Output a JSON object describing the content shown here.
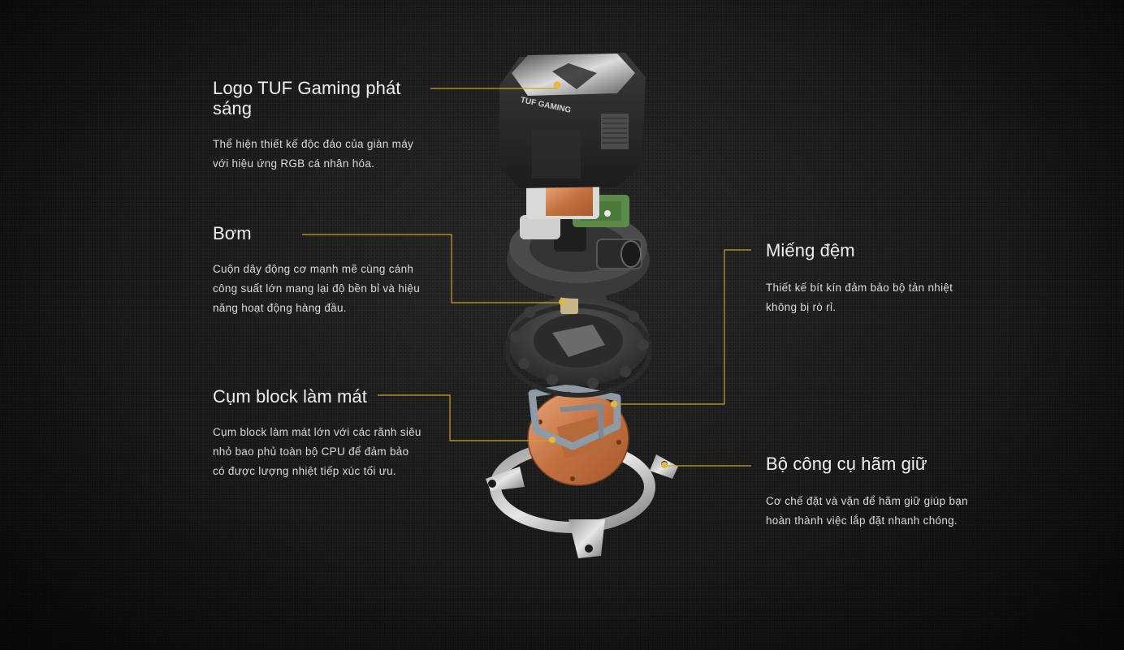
{
  "features": {
    "logo": {
      "title": "Logo TUF Gaming phát sáng",
      "desc": "Thể hiện thiết kế độc đáo của giàn máy với hiệu ứng RGB cá nhân hóa."
    },
    "pump": {
      "title": "Bơm",
      "desc": "Cuộn dây động cơ mạnh mẽ cùng cánh công suất lớn mang lại độ bền bỉ và hiệu năng hoạt động hàng đầu."
    },
    "block": {
      "title": "Cụm block làm mát",
      "desc": "Cụm block làm mát lớn với các rãnh siêu nhỏ bao phủ toàn bộ CPU để đảm bảo có được lượng nhiệt tiếp xúc tối ưu."
    },
    "pad": {
      "title": "Miếng đệm",
      "desc": "Thiết kế bít kín đảm bảo bộ tản nhiệt không bị rò rỉ."
    },
    "mount": {
      "title": "Bộ công cụ hãm giữ",
      "desc": "Cơ chế đặt và vặn để hãm giữ giúp bạn hoàn thành việc lắp đặt nhanh chóng."
    }
  },
  "product": {
    "cap_text": "TUF GAMING"
  },
  "colors": {
    "accent": "#c9a227",
    "background": "#1a1a1a",
    "text": "#e8e8e8"
  }
}
